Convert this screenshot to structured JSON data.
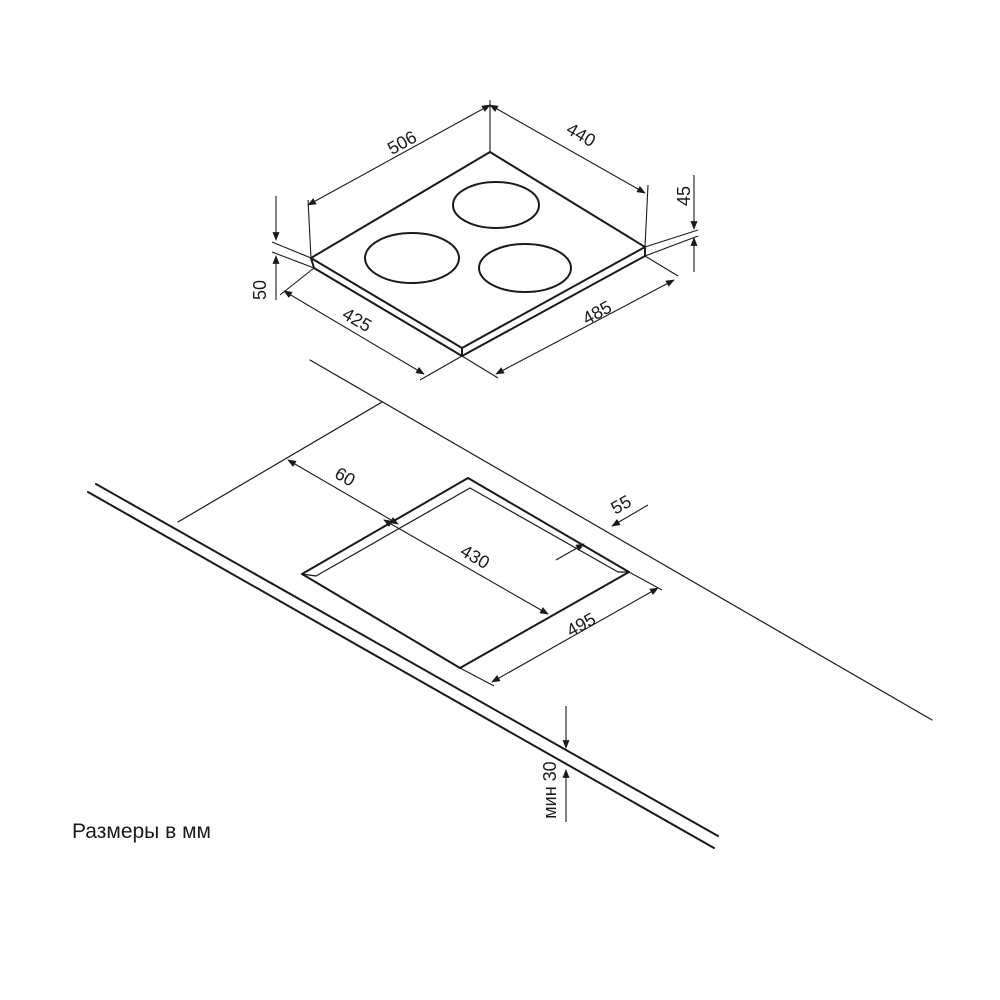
{
  "caption": "Размеры в мм",
  "hob": {
    "width_label": "506",
    "depth_label": "440",
    "height_right_label": "45",
    "height_left_label": "50",
    "bottom_left_label": "425",
    "bottom_right_label": "485"
  },
  "cutout": {
    "back_offset_label": "60",
    "inner_depth_label": "430",
    "side_offset_label": "55",
    "width_label": "495",
    "min_thickness_label": "мин 30"
  }
}
